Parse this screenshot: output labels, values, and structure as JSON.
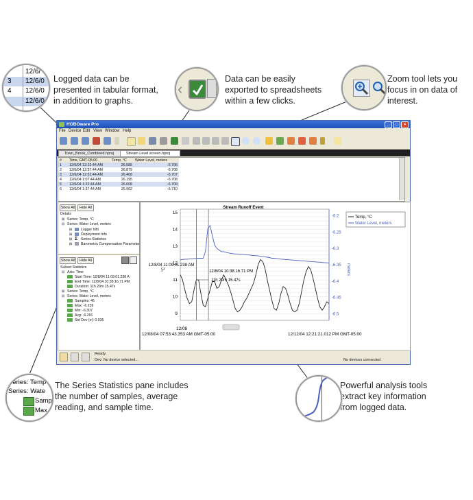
{
  "callouts": {
    "tabular": [
      "Logged data can be",
      "presented in tabular format,",
      "in addition to graphs."
    ],
    "export": [
      "Data can be easily",
      "exported to spreadsheets",
      "within a few clicks."
    ],
    "zoom": [
      "Zoom tool lets you",
      "focus in on data of",
      "interest."
    ],
    "stats": [
      "The Series Statistics pane includes",
      "the number of samples, average",
      "reading, and sample time."
    ],
    "analysis": [
      "Powerful analysis tools",
      "extract key information",
      "from logged data."
    ]
  },
  "magnifiers": {
    "table": {
      "rows": [
        [
          "",
          "12/6/"
        ],
        [
          "3",
          "12/6/0"
        ],
        [
          "4",
          "12/6/0"
        ],
        [
          "",
          "12/6/0"
        ]
      ]
    },
    "stats": {
      "lines": [
        "Series: Temp",
        "Series: Wate",
        "Samp",
        "Max"
      ]
    }
  },
  "window": {
    "title": "HOBOware Pro",
    "menu": [
      "File",
      "Device",
      "Edit",
      "View",
      "Window",
      "Help"
    ],
    "tabs": [
      "Town_Brook_Combined.hproj",
      "Stream Level screen.hproj"
    ],
    "table": {
      "headers": [
        "#",
        "Time, GMT-05:00",
        "Temp, °C",
        "Water Level, meters"
      ],
      "rows": [
        [
          "1",
          "12/6/04 12:22:44 AM",
          "26.585",
          "-6.706"
        ],
        [
          "2",
          "12/6/04 12:37:44 AM",
          "26.879",
          "-6.708"
        ],
        [
          "3",
          "12/6/04 12:52:44 AM",
          "26.408",
          "-6.707"
        ],
        [
          "4",
          "12/6/04 1:07:44 AM",
          "26.195",
          "-6.708"
        ],
        [
          "5",
          "12/6/04 1:22:44 AM",
          "26.008",
          "-6.709"
        ],
        [
          "6",
          "12/6/04 1:37:44 AM",
          "25.902",
          "-6.710"
        ]
      ]
    },
    "details": {
      "show_all": "Show All",
      "hide_all": "Hide All",
      "header": "Details",
      "items": [
        "Series: Temp, °C",
        "Series: Water Level, meters",
        "Logger Info",
        "Deployment Info",
        "Series Statistics",
        "Barometric Compensation Parameter"
      ]
    },
    "stats": {
      "show_all": "Show All",
      "hide_all": "Hide All",
      "header": "Subset Statistics",
      "items": [
        "Axis: Time",
        "Start Time: 12/8/04 11:09:01.238 A",
        "End Time: 12/8/04 10:38:16.71 PM",
        "Duration: 11h 29m 15.47s",
        "Series: Temp, °C",
        "Series: Water Level, meters",
        "Samples: 46",
        "Max: -6.239",
        "Min: -6.307",
        "Avg: -6.291",
        "Std Dev (σ): 0.036"
      ]
    },
    "status": {
      "ready": "Ready.",
      "device": "Dev: No device selected...",
      "connected": "No devices connected"
    }
  },
  "chart_data": {
    "type": "line",
    "title": "Stream Runoff Event",
    "ylabel_left": "°C",
    "ylabel_right": "meters",
    "left_ticks": [
      "15",
      "14",
      "13",
      "12",
      "11",
      "10",
      "9"
    ],
    "right_ticks": [
      "-6.2",
      "-6.25",
      "-6.3",
      "-6.35",
      "-6.4",
      "-6.45",
      "-6.5"
    ],
    "ylim_left": [
      8.6,
      15.2
    ],
    "ylim_right": [
      -6.52,
      -6.18
    ],
    "x_start_label": "12/08",
    "x_start_full": "12/08/04 07:53:43.353 AM GMT-05:00",
    "x_end_full": "12/12/04 12:21:21.012 PM GMT-05:00",
    "legend": [
      "Temp, °C",
      "Water Level, meters"
    ],
    "legend_position": "top-right",
    "marker1": "12/8/04 11:09:01.238 AM",
    "marker2": "12/8/04 10:38:16.71 PM",
    "span": "11h 29m 15.47s",
    "colors": {
      "temp": "#222222",
      "level": "#4a5fc1"
    },
    "series": [
      {
        "name": "Temp, °C",
        "values": [
          11.3,
          11.0,
          10.4,
          9.9,
          9.6,
          9.7,
          10.4,
          11.0,
          11.0,
          10.2,
          9.5,
          9.4,
          9.9,
          10.4,
          10.9,
          10.9,
          10.5,
          10.6,
          11.0,
          11.3,
          11.0,
          10.7,
          10.3,
          9.8,
          9.3,
          9.1,
          9.2,
          9.4,
          9.7,
          9.9,
          10.2,
          10.5,
          10.8,
          11.3,
          11.9,
          12.2,
          12.1,
          11.7,
          11.0,
          10.4,
          9.8,
          9.3,
          9.2,
          9.6,
          10.2,
          10.6,
          10.5,
          10.1,
          9.6,
          9.2,
          9.1,
          9.2,
          9.6,
          10.3,
          11.0,
          11.5,
          11.8,
          11.6,
          11.1,
          10.5,
          9.9,
          9.4,
          9.2,
          9.4,
          9.7,
          9.6
        ]
      },
      {
        "name": "Water Level, meters",
        "values": [
          -6.335,
          -6.334,
          -6.333,
          -6.333,
          -6.332,
          -6.332,
          -6.331,
          -6.331,
          -6.33,
          -6.33,
          -6.33,
          -6.31,
          -6.24,
          -6.23,
          -6.26,
          -6.29,
          -6.3,
          -6.305,
          -6.31,
          -6.31,
          -6.312,
          -6.314,
          -6.315,
          -6.316,
          -6.317,
          -6.317,
          -6.318,
          -6.318,
          -6.319,
          -6.32,
          -6.32,
          -6.321,
          -6.322,
          -6.322,
          -6.323,
          -6.324,
          -6.325,
          -6.326,
          -6.327,
          -6.328,
          -6.33,
          -6.33,
          -6.331,
          -6.332,
          -6.333,
          -6.333,
          -6.334,
          -6.334,
          -6.335,
          -6.336,
          -6.336,
          -6.337,
          -6.337,
          -6.338,
          -6.338,
          -6.339,
          -6.34,
          -6.34,
          -6.341,
          -6.341,
          -6.342,
          -6.342,
          -6.343,
          -6.344,
          -6.344,
          -6.345
        ]
      }
    ]
  }
}
